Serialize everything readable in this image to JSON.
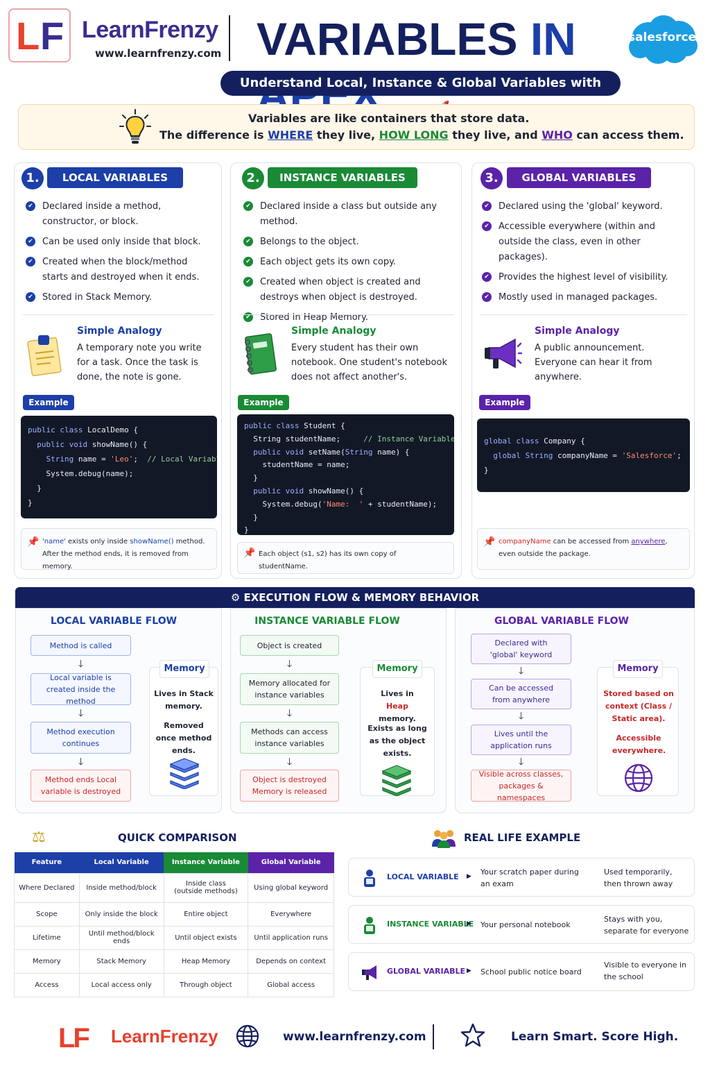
{
  "header": {
    "logo_letters": "LF",
    "brand_name": "LearnFrenzy",
    "brand_url": "www.learnfrenzy.com",
    "title_part1": "VARIABLES",
    "title_part2": "IN APEX",
    "salesforce_label": "salesforce",
    "subtitle": "Understand Local, Instance & Global Variables with Ease! 🚀"
  },
  "intro": {
    "line1": "Variables are like containers that store data.",
    "line2_a": "The difference is ",
    "where": "WHERE",
    "line2_b": " they live, ",
    "how_long": "HOW LONG",
    "line2_c": " they live, and ",
    "who": "WHO",
    "line2_d": " can access them."
  },
  "columns": {
    "local": {
      "number": "1.",
      "title": "LOCAL VARIABLES",
      "bullets": [
        "Declared inside a method, constructor, or block.",
        "Can be used only inside that block.",
        "Created when the block/method starts and destroyed when it ends.",
        "Stored in Stack Memory."
      ],
      "analogy_title": "Simple Analogy",
      "analogy_text": "A temporary note you write for a task. Once the task is done, the note is gone.",
      "example_label": "Example",
      "code": {
        "l1_kw": "public class",
        "l1_rest": " LocalDemo {",
        "l2_kw": "public void",
        "l2_rest": " showName() {",
        "l3_type": "String",
        "l3_mid": " name = ",
        "l3_str": "'Leo'",
        "l3_semi": ";",
        "l3_cm": "// Local Variable",
        "l4": "System.debug(name);",
        "l5": "}",
        "l6": "}"
      },
      "note_a": "'name'",
      "note_b": " exists only inside ",
      "note_c": "showName()",
      "note_d": " method.",
      "note_e": "After the method ends, it is removed from memory."
    },
    "instance": {
      "number": "2.",
      "title": "INSTANCE VARIABLES",
      "bullets": [
        "Declared inside a class but outside any method.",
        "Belongs to the object.",
        "Each object gets its own copy.",
        "Created when object is created and destroys when object is destroyed.",
        "Stored in Heap Memory."
      ],
      "analogy_title": "Simple Analogy",
      "analogy_text": "Every student has their own notebook. One student's notebook does not affect another's.",
      "example_label": "Example",
      "code": {
        "l1_kw": "public class",
        "l1_rest": " Student {",
        "l2": "String studentName;",
        "l2_cm": "// Instance Variable",
        "l3_kw": "public void",
        "l3_mid": " setName(",
        "l3_type": "String",
        "l3_rest": " name) {",
        "l4": "studentName = name;",
        "l5": "}",
        "l6_kw": "public void",
        "l6_rest": " showName() {",
        "l7_a": "System.debug(",
        "l7_str": "'Name:  '",
        "l7_b": " + studentName);",
        "l8": "}",
        "l9": "}"
      },
      "note": "Each object (s1, s2) has its own copy of studentName."
    },
    "global": {
      "number": "3.",
      "title": "GLOBAL VARIABLES",
      "bullets": [
        "Declared using the 'global' keyword.",
        "Accessible everywhere (within and outside the class, even in other packages).",
        "Provides the highest level of visibility.",
        "Mostly used in managed packages."
      ],
      "analogy_title": "Simple Analogy",
      "analogy_text": "A public announcement. Everyone can hear it from anywhere.",
      "example_label": "Example",
      "code": {
        "l1_kw": "global class",
        "l1_rest": " Company {",
        "l2_kw": "global String",
        "l2_mid": " companyName = ",
        "l2_str": "'Salesforce'",
        "l2_semi": ";",
        "l3": "}"
      },
      "note_a": "companyName",
      "note_b": " can be accessed from ",
      "note_c": "anywhere",
      "note_d": ",",
      "note_e": "even outside the package."
    }
  },
  "flow": {
    "band_title": "EXECUTION FLOW & MEMORY BEHAVIOR",
    "local": {
      "title": "LOCAL VARIABLE FLOW",
      "steps": [
        "Method is called",
        "Local variable is created inside the method",
        "Method execution continues",
        "Method ends Local variable is destroyed"
      ],
      "memory_title": "Memory",
      "memory_l1": "Lives in Stack memory.",
      "memory_l2": "Removed once method ends."
    },
    "instance": {
      "title": "INSTANCE VARIABLE  FLOW",
      "steps": [
        "Object is created",
        "Memory allocated for instance variables",
        "Methods can access instance variables",
        "Object is destroyed Memory is released"
      ],
      "memory_title": "Memory",
      "memory_l1a": "Lives in ",
      "memory_l1b": "Heap",
      "memory_l1c": " memory.",
      "memory_l2": "Exists as long as the object exists."
    },
    "global": {
      "title": "GLOBAL VARIABLE FLOW",
      "steps": [
        "Declared with 'global' keyword",
        "Can be accessed from anywhere",
        "Lives until the application runs",
        "Visible across classes, packages & namespaces"
      ],
      "memory_title": "Memory",
      "memory_l1": "Stored based on context (Class / Static area).",
      "memory_l2": "Accessible everywhere."
    }
  },
  "comparison": {
    "title": "QUICK COMPARISON",
    "headers": [
      "Feature",
      "Local Variable",
      "Instance Variable",
      "Global Variable"
    ],
    "rows": [
      [
        "Where Declared",
        "Inside method/block",
        "Inside class (outside methods)",
        "Using global keyword"
      ],
      [
        "Scope",
        "Only inside the block",
        "Entire object",
        "Everywhere"
      ],
      [
        "Lifetime",
        "Until method/block ends",
        "Until object exists",
        "Until application runs"
      ],
      [
        "Memory",
        "Stack Memory",
        "Heap Memory",
        "Depends on context"
      ],
      [
        "Access",
        "Local access only",
        "Through object",
        "Global access"
      ]
    ]
  },
  "real_life": {
    "title": "REAL LIFE EXAMPLE",
    "rows": [
      {
        "name": "LOCAL VARIABLE",
        "example": "Your scratch paper during an exam",
        "detail": "Used temporarily, then thrown away"
      },
      {
        "name": "INSTANCE VARIABLE",
        "example": "Your personal notebook",
        "detail": "Stays with you, separate for everyone"
      },
      {
        "name": "GLOBAL VARIABLE",
        "example": "School public notice board",
        "detail": "Visible to everyone in the school"
      }
    ]
  },
  "footer": {
    "logo_letters": "LF",
    "brand_name": "LearnFrenzy",
    "url": "www.learnfrenzy.com",
    "tagline": "Learn Smart. Score High."
  },
  "colors": {
    "navy": "#14205e",
    "blue": "#1c3fa8",
    "green": "#1a8a36",
    "purple": "#5a23a8",
    "red": "#c62828",
    "brand_red": "#e8402d",
    "salesforce_blue": "#1b9de2"
  },
  "icons": [
    "lightbulb-icon",
    "sticky-note-icon",
    "notebook-icon",
    "megaphone-icon",
    "stack-database-icon",
    "globe-icon",
    "scale-icon",
    "people-icon",
    "star-icon",
    "pin-icon",
    "check-circle-icon"
  ]
}
